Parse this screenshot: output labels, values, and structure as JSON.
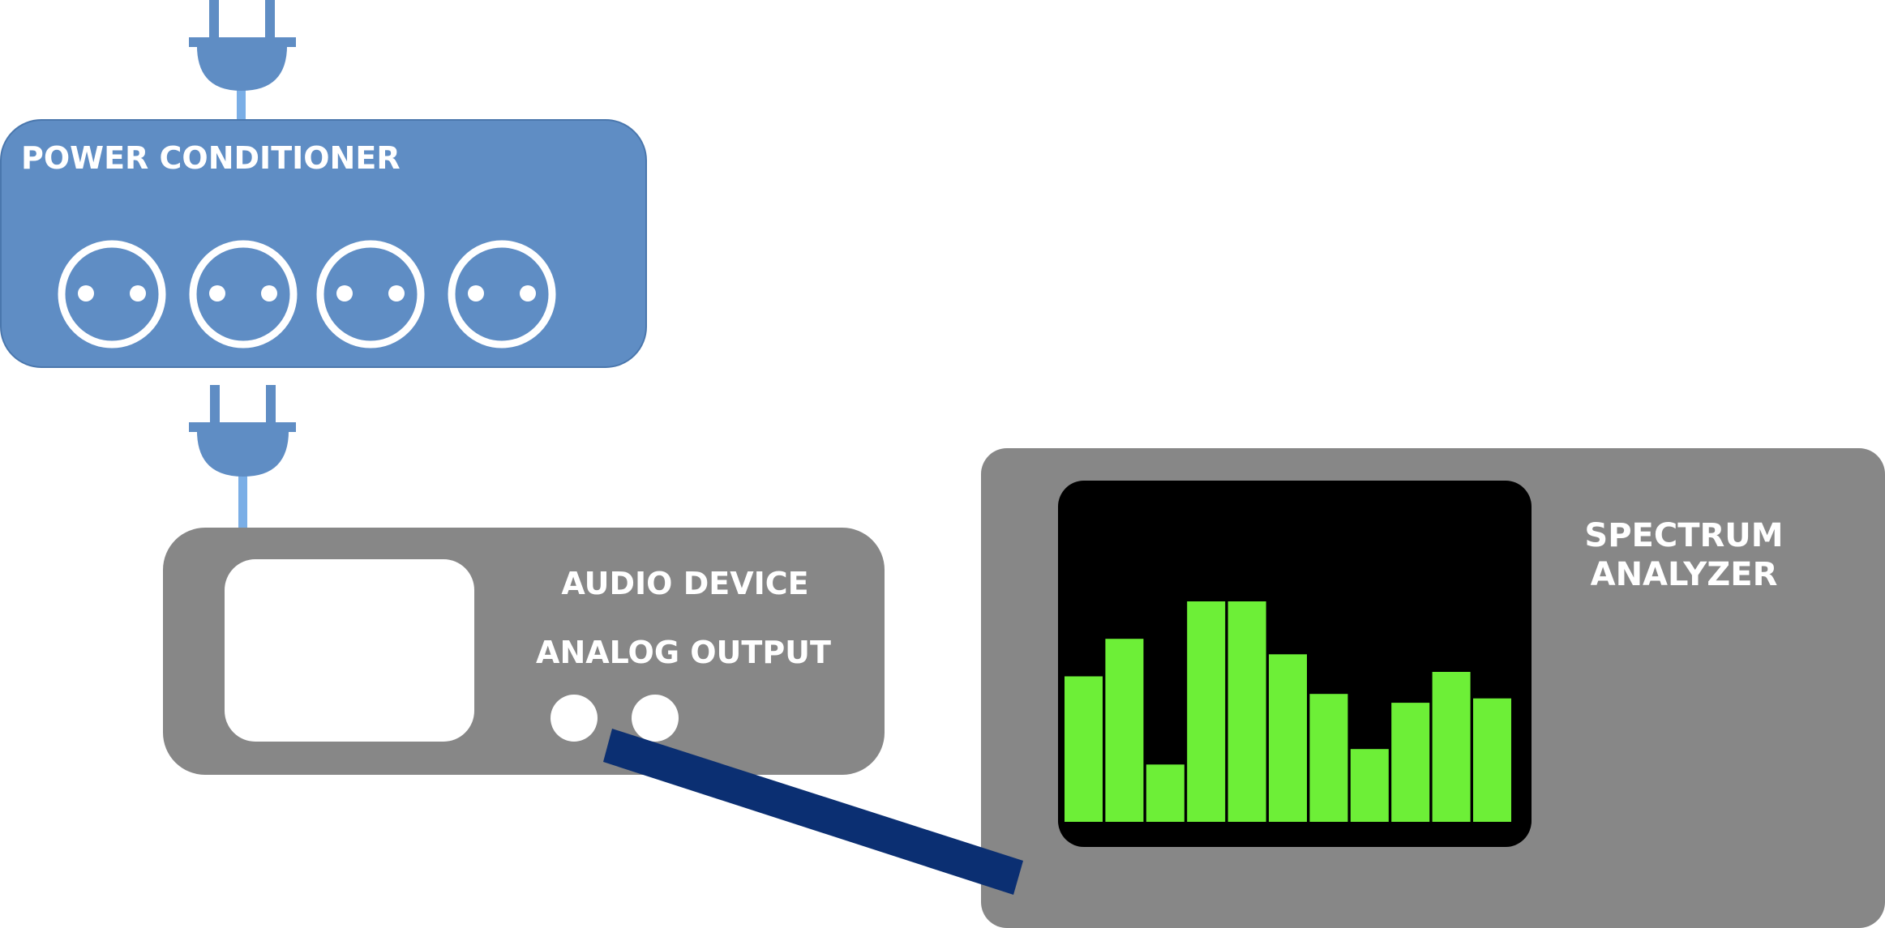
{
  "power_conditioner": {
    "label": "POWER CONDITIONER"
  },
  "audio_device": {
    "label": "AUDIO DEVICE",
    "output_label": "ANALOG OUTPUT"
  },
  "spectrum_analyzer": {
    "label_line1": "SPECTRUM",
    "label_line2": "ANALYZER",
    "bar_levels": [
      0.66,
      0.83,
      0.26,
      1.0,
      1.0,
      0.76,
      0.58,
      0.33,
      0.54,
      0.68,
      0.56
    ]
  },
  "colors": {
    "power_conditioner": "#5f8dc4",
    "plug": "#5f8dc4",
    "plug_cord": "#7aaee6",
    "device_body": "#878787",
    "screen": "#000000",
    "spectrum_bar": "#6def37",
    "audio_cable": "#0b2f72",
    "text": "#ffffff"
  }
}
